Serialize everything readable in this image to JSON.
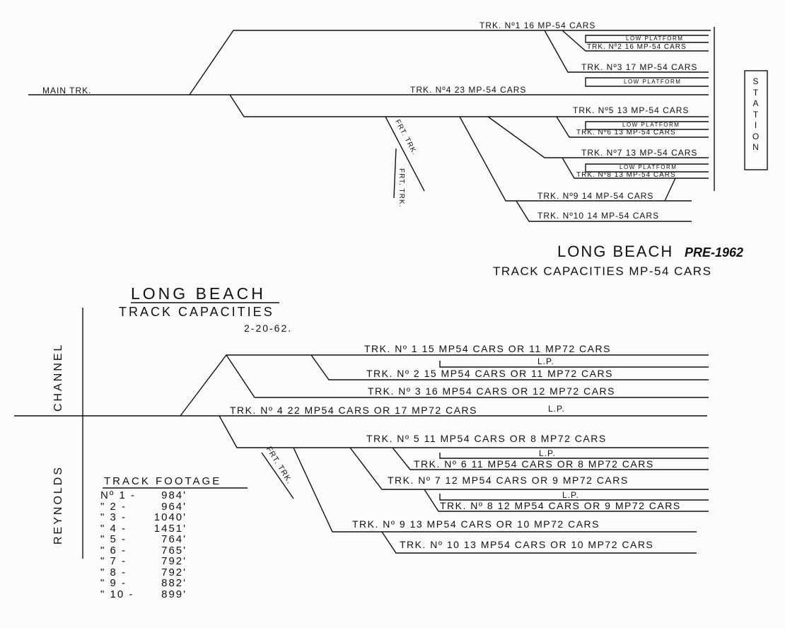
{
  "pre1962": {
    "main_track": "MAIN TRK.",
    "tracks": [
      "TRK. Nº1  16 MP-54 CARS",
      "TRK. Nº2  16 MP-54 CARS",
      "TRK. Nº3  17 MP-54 CARS",
      "TRK. Nº4  23 MP-54 CARS",
      "TRK. Nº5  13 MP-54 CARS",
      "TRK. Nº6  13 MP-54 CARS",
      "TRK. Nº7  13 MP-54 CARS",
      "TRK. Nº8  13 MP-54 CARS",
      "TRK. Nº9  14 MP-54 CARS",
      "TRK. Nº10  14 MP-54 CARS"
    ],
    "low_platform": "LOW PLATFORM",
    "freight_track": "FRT. TRK.",
    "station": "STATION",
    "title": "LONG BEACH",
    "title_tag": "PRE-1962",
    "subtitle": "TRACK CAPACITIES MP-54 CARS"
  },
  "post1962": {
    "title": "LONG BEACH",
    "subtitle": "TRACK CAPACITIES",
    "date": "2-20-62.",
    "street_upper": "CHANNEL",
    "street_lower": "REYNOLDS",
    "tracks": [
      "TRK. Nº 1  15 MP54 CARS OR 11 MP72 CARS",
      "TRK. Nº 2  15 MP54 CARS OR 11 MP72 CARS",
      "TRK. Nº 3  16 MP54 CARS OR 12 MP72 CARS",
      "TRK. Nº 4  22 MP54 CARS OR 17 MP72 CARS",
      "TRK. Nº 5  11 MP54 CARS OR 8 MP72 CARS",
      "TRK. Nº 6  11 MP54 CARS OR 8 MP72 CARS",
      "TRK. Nº 7  12 MP54 CARS OR 9 MP72 CARS",
      "TRK. Nº 8  12 MP54 CARS OR 9 MP72 CARS",
      "TRK. Nº 9  13 MP54 CARS OR 10 MP72 CARS",
      "TRK. Nº 10  13 MP54 CARS OR 10 MP72 CARS"
    ],
    "lp": "L.P.",
    "freight_track": "FRT. TRK.",
    "footage_title": "TRACK FOOTAGE",
    "footage": [
      {
        "no": "Nº 1 -",
        "ft": "984'"
      },
      {
        "no": "\" 2 -",
        "ft": "964'"
      },
      {
        "no": "\" 3 -",
        "ft": "1040'"
      },
      {
        "no": "\" 4 -",
        "ft": "1451'"
      },
      {
        "no": "\" 5 -",
        "ft": "764'"
      },
      {
        "no": "\" 6 -",
        "ft": "765'"
      },
      {
        "no": "\" 7 -",
        "ft": "792'"
      },
      {
        "no": "\" 8 -",
        "ft": "792'"
      },
      {
        "no": "\" 9 -",
        "ft": "882'"
      },
      {
        "no": "\" 10 -",
        "ft": "899'"
      }
    ]
  }
}
